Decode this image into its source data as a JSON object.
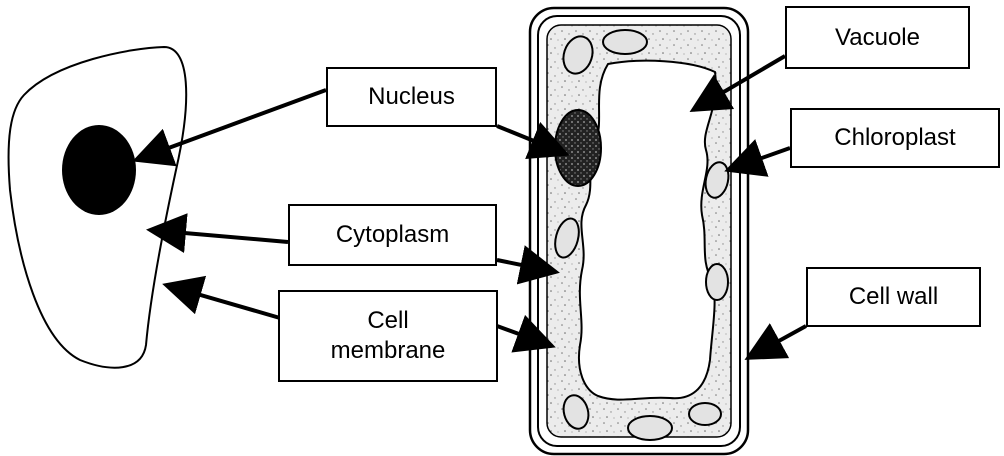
{
  "labels": {
    "nucleus": "Nucleus",
    "cytoplasm": "Cytoplasm",
    "cell_membrane_line1": "Cell",
    "cell_membrane_line2": "membrane",
    "vacuole": "Vacuole",
    "chloroplast": "Chloroplast",
    "cell_wall": "Cell wall"
  },
  "colors": {
    "ink": "#000000",
    "plant_cytoplasm": "#ececec",
    "chloroplast_fill": "#e3e3e3"
  }
}
